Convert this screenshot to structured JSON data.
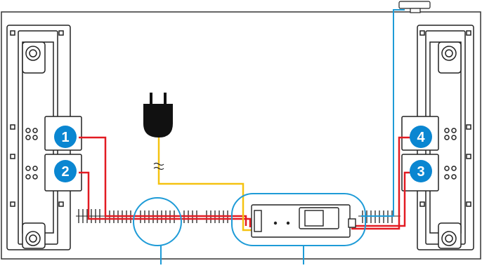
{
  "diagram": {
    "badges": [
      {
        "id": "badge-1",
        "label": "1"
      },
      {
        "id": "badge-2",
        "label": "2"
      },
      {
        "id": "badge-3",
        "label": "3"
      },
      {
        "id": "badge-4",
        "label": "4"
      }
    ],
    "colors": {
      "outline": "#222222",
      "frame_fill": "#ffffff",
      "red_wire": "#e21b22",
      "yellow_wire": "#f5c211",
      "blue_wire": "#1e9bd7",
      "badge_fill": "#0a86d1",
      "badge_text": "#ffffff",
      "callout": "#1e9bd7"
    },
    "icons": [
      "power-plug-icon",
      "power-supply-icon",
      "sensor-icon",
      "cable-clip-icon",
      "break-mark-icon"
    ]
  }
}
